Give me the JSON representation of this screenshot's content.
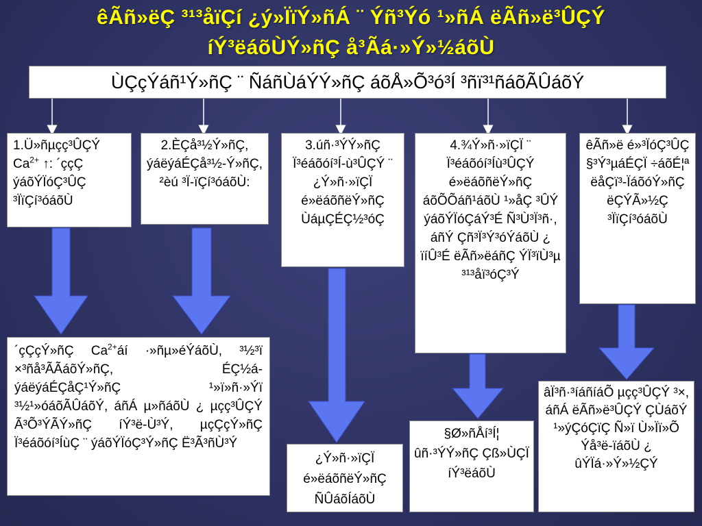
{
  "title": {
    "line1": "êÃñ»ëÇ ³¹³åïÇí ¿ý»ÏïÝ»ñÁ ¨ Ýñ³Ýó ¹»ñÁ ëÃñ»ë³ÛÇÝ",
    "line2": "íÝ³ëáõÙÝ»ñÇ å³Ãá·»Ý»½áõÙ"
  },
  "subtitle": "ÙÇçÝáñ¹Ý»ñÇ ¨ ÑáñÙáÝÝ»ñÇ áõÅ»Õ³ó³Í ³ñï³¹ñáõÃÛáõÝ",
  "boxes": [
    {
      "number": "1.",
      "text_before": "Ü»ñµçç³ÛÇÝ Ca",
      "sup": "2+",
      "text_after": " ↑: ´ççÇ ýáõÝÏóÇ³ÛÇ ³ÏïÇí³óáõÙ"
    },
    {
      "text": "2.ÈÇå³½Ý»ñÇ, ýáëýáÉÇå³½-Ý»ñÇ, ²èú ³Ï-ïÇí³óáõÙ:"
    },
    {
      "text": "3.úñ·³ÝÝ»ñÇ Ï³éáõóí³Í-ù³ÛÇÝ ¨ ¿Ý»ñ·»ïÇÏ é»ëáõñëÝ»ñÇ ÙáµÇÉÇ½³óÇ"
    },
    {
      "text": "4.¾Ý»ñ·»ïÇÏ ¨ Ï³éáõóí³Íù³ÛÇÝ é»ëáõñëÝ»ñÇ áõÕÕáñ¹áõÙ ¹»åÇ ³ÛÝ ýáõÝÏóÇáÝ³É Ñ³Ù³Ï³ñ·, áñÝ Çñ³Ï³Ý³óÝáõÙ ¿ ïíÛ³É ëÃñ»ëáñÇ ÝÏ³ïÙ³µ ³¹³åï³óÇ³Ý"
    },
    {
      "text": "êÃñ»ë é»³ÏóÇ³ÛÇ §³Ý³µáÉÇÏ ÷áõÉ¦ª ëåÇï³-ÏáõóÝ»ñÇ ëÇÝÃ»½Ç ³ÏïÇí³óáõÙ"
    },
    {
      "text_before": "´çÇçÝ»ñÇ Ca",
      "sup": "2+",
      "text_after": "áí ·»ñµ»éÝáõÙ, ³½³ï ×³ñå³ÃÃáõÝ»ñÇ, ÉÇ½á-ýáëýáÉÇåÇ¹Ý»ñÇ ¹»ï»ñ·»Ýï ³½¹»óáõÃÛáõÝ, áñÁ µ»ñáõÙ ¿ µçç³ÛÇÝ Ã³Õ³ÝÃÝ»ñÇ íÝ³ë-Ù³Ý, µçÇçÝ»ñÇ Ï³éáõóí³ÍùÇ ¨ ýáõÝÏóÇ³Ý»ñÇ Ë³Ã³ñÙ³Ý"
    },
    {
      "text": "¿Ý»ñ·»ïÇÏ é»ëáõñëÝ»ñÇ ÑÛáõÍáõÙ"
    },
    {
      "text": "§Ø»ñÅí³Í¦ ûñ·³ÝÝ»ñÇ Çß»ÙÇÏ íÝ³ëáõÙ"
    },
    {
      "text": "âÏ³ñ·³íáñíáÕ µçç³ÛÇÝ ³×, áñÁ ëÃñ»ë³ÛÇÝ ÇÙáõÝ ¹»ýÇóÇïÇ Ñ»ï Ù»Ïï»Õ Ýå³ë-ïáõÙ ¿ ûÝÏá·»Ý»½ÇÝ"
    }
  ],
  "colors": {
    "title": "#ffff00",
    "arrow": "#5b76f0",
    "background": "#2f3364",
    "connector": "#ffffff"
  }
}
